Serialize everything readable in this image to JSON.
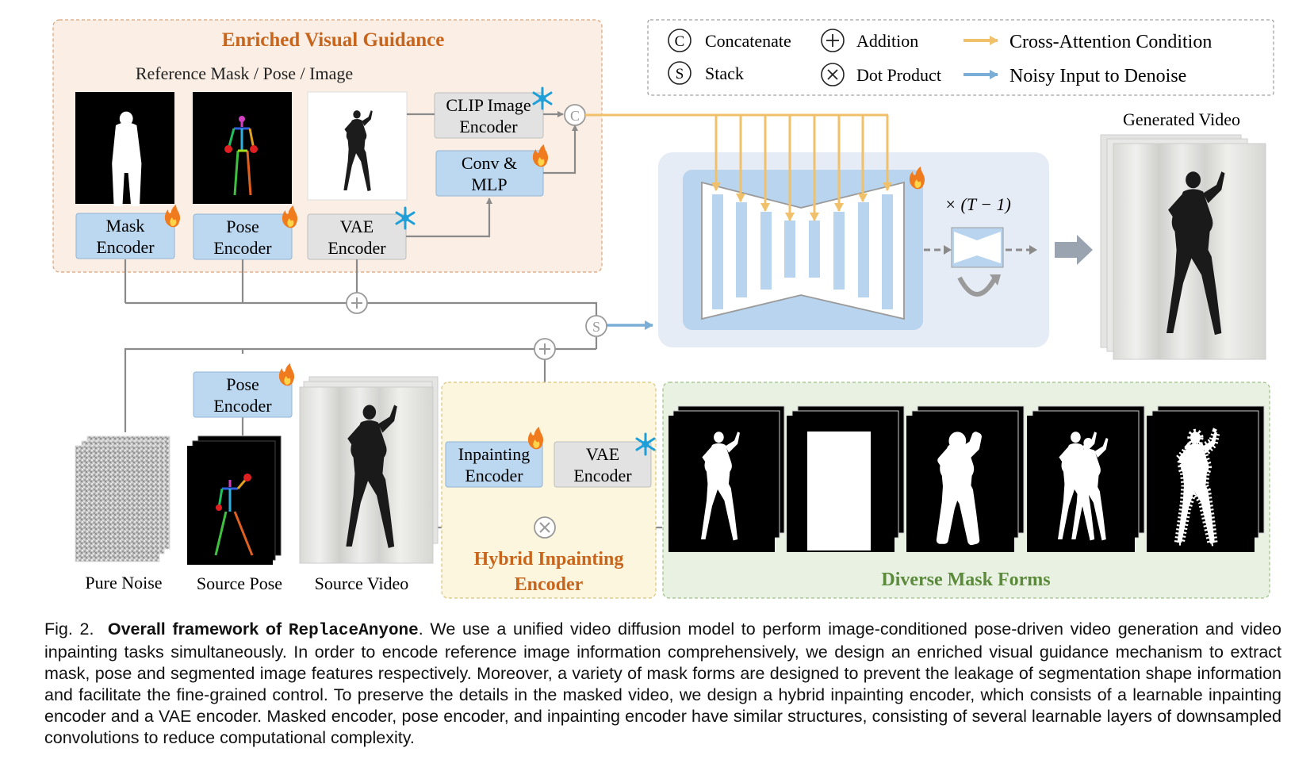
{
  "legend": {
    "items": [
      {
        "symbol": "C",
        "label": "Concatenate"
      },
      {
        "symbol": "+",
        "label": "Addition"
      },
      {
        "symbol": "S",
        "label": "Stack"
      },
      {
        "symbol": "×",
        "label": "Dot Product"
      }
    ],
    "arrows": [
      {
        "label": "Cross-Attention Condition",
        "color": "#f0c06a"
      },
      {
        "label": "Noisy Input to Denoise",
        "color": "#7aaed6"
      }
    ]
  },
  "guidance": {
    "title": "Enriched Visual Guidance",
    "subtitle": "Reference Mask / Pose / Image",
    "mask_encoder": [
      "Mask",
      "Encoder"
    ],
    "pose_encoder": [
      "Pose",
      "Encoder"
    ],
    "vae_encoder": [
      "VAE",
      "Encoder"
    ],
    "clip_encoder": [
      "CLIP Image",
      "Encoder"
    ],
    "conv_mlp": [
      "Conv &",
      "MLP"
    ]
  },
  "unet": {
    "iter_label": "× (T − 1)"
  },
  "generated": {
    "label": "Generated Video"
  },
  "bottom": {
    "pose_encoder": [
      "Pose",
      "Encoder"
    ],
    "pure_noise": "Pure Noise",
    "source_pose": "Source Pose",
    "source_video": "Source Video"
  },
  "hybrid": {
    "title": [
      "Hybrid Inpainting",
      "Encoder"
    ],
    "inpainting_encoder": [
      "Inpainting",
      "Encoder"
    ],
    "vae_encoder": [
      "VAE",
      "Encoder"
    ]
  },
  "masks": {
    "title": "Diverse Mask Forms"
  },
  "caption": {
    "fig": "Fig. 2.",
    "bold_prefix": "Overall framework of",
    "code": "ReplaceAnyone",
    "text": ". We use a unified video diffusion model to perform image-conditioned pose-driven video generation and video inpainting tasks simultaneously. In order to encode reference image information comprehensively, we design an enriched visual guidance mechanism to extract mask, pose and segmented image features respectively. Moreover, a variety of mask forms are designed to prevent the leakage of segmentation shape information and facilitate the fine-grained control. To preserve the details in the masked video, we design a hybrid inpainting encoder, which consists of a learnable inpainting encoder and a VAE encoder. Masked encoder, pose encoder, and inpainting encoder have similar structures, consisting of several learnable layers of downsampled convolutions to reduce computational complexity."
  },
  "colors": {
    "guidance_bg": "#fbeee4",
    "hybrid_bg": "#fdf6df",
    "mask_bg": "#e9f1e3",
    "unet_bg": "#e6ecf5",
    "encoder_blue": "#bcd8f0",
    "encoder_gray": "#e2e2e2",
    "title_orange": "#c8651c",
    "title_green": "#5a8a3a"
  }
}
